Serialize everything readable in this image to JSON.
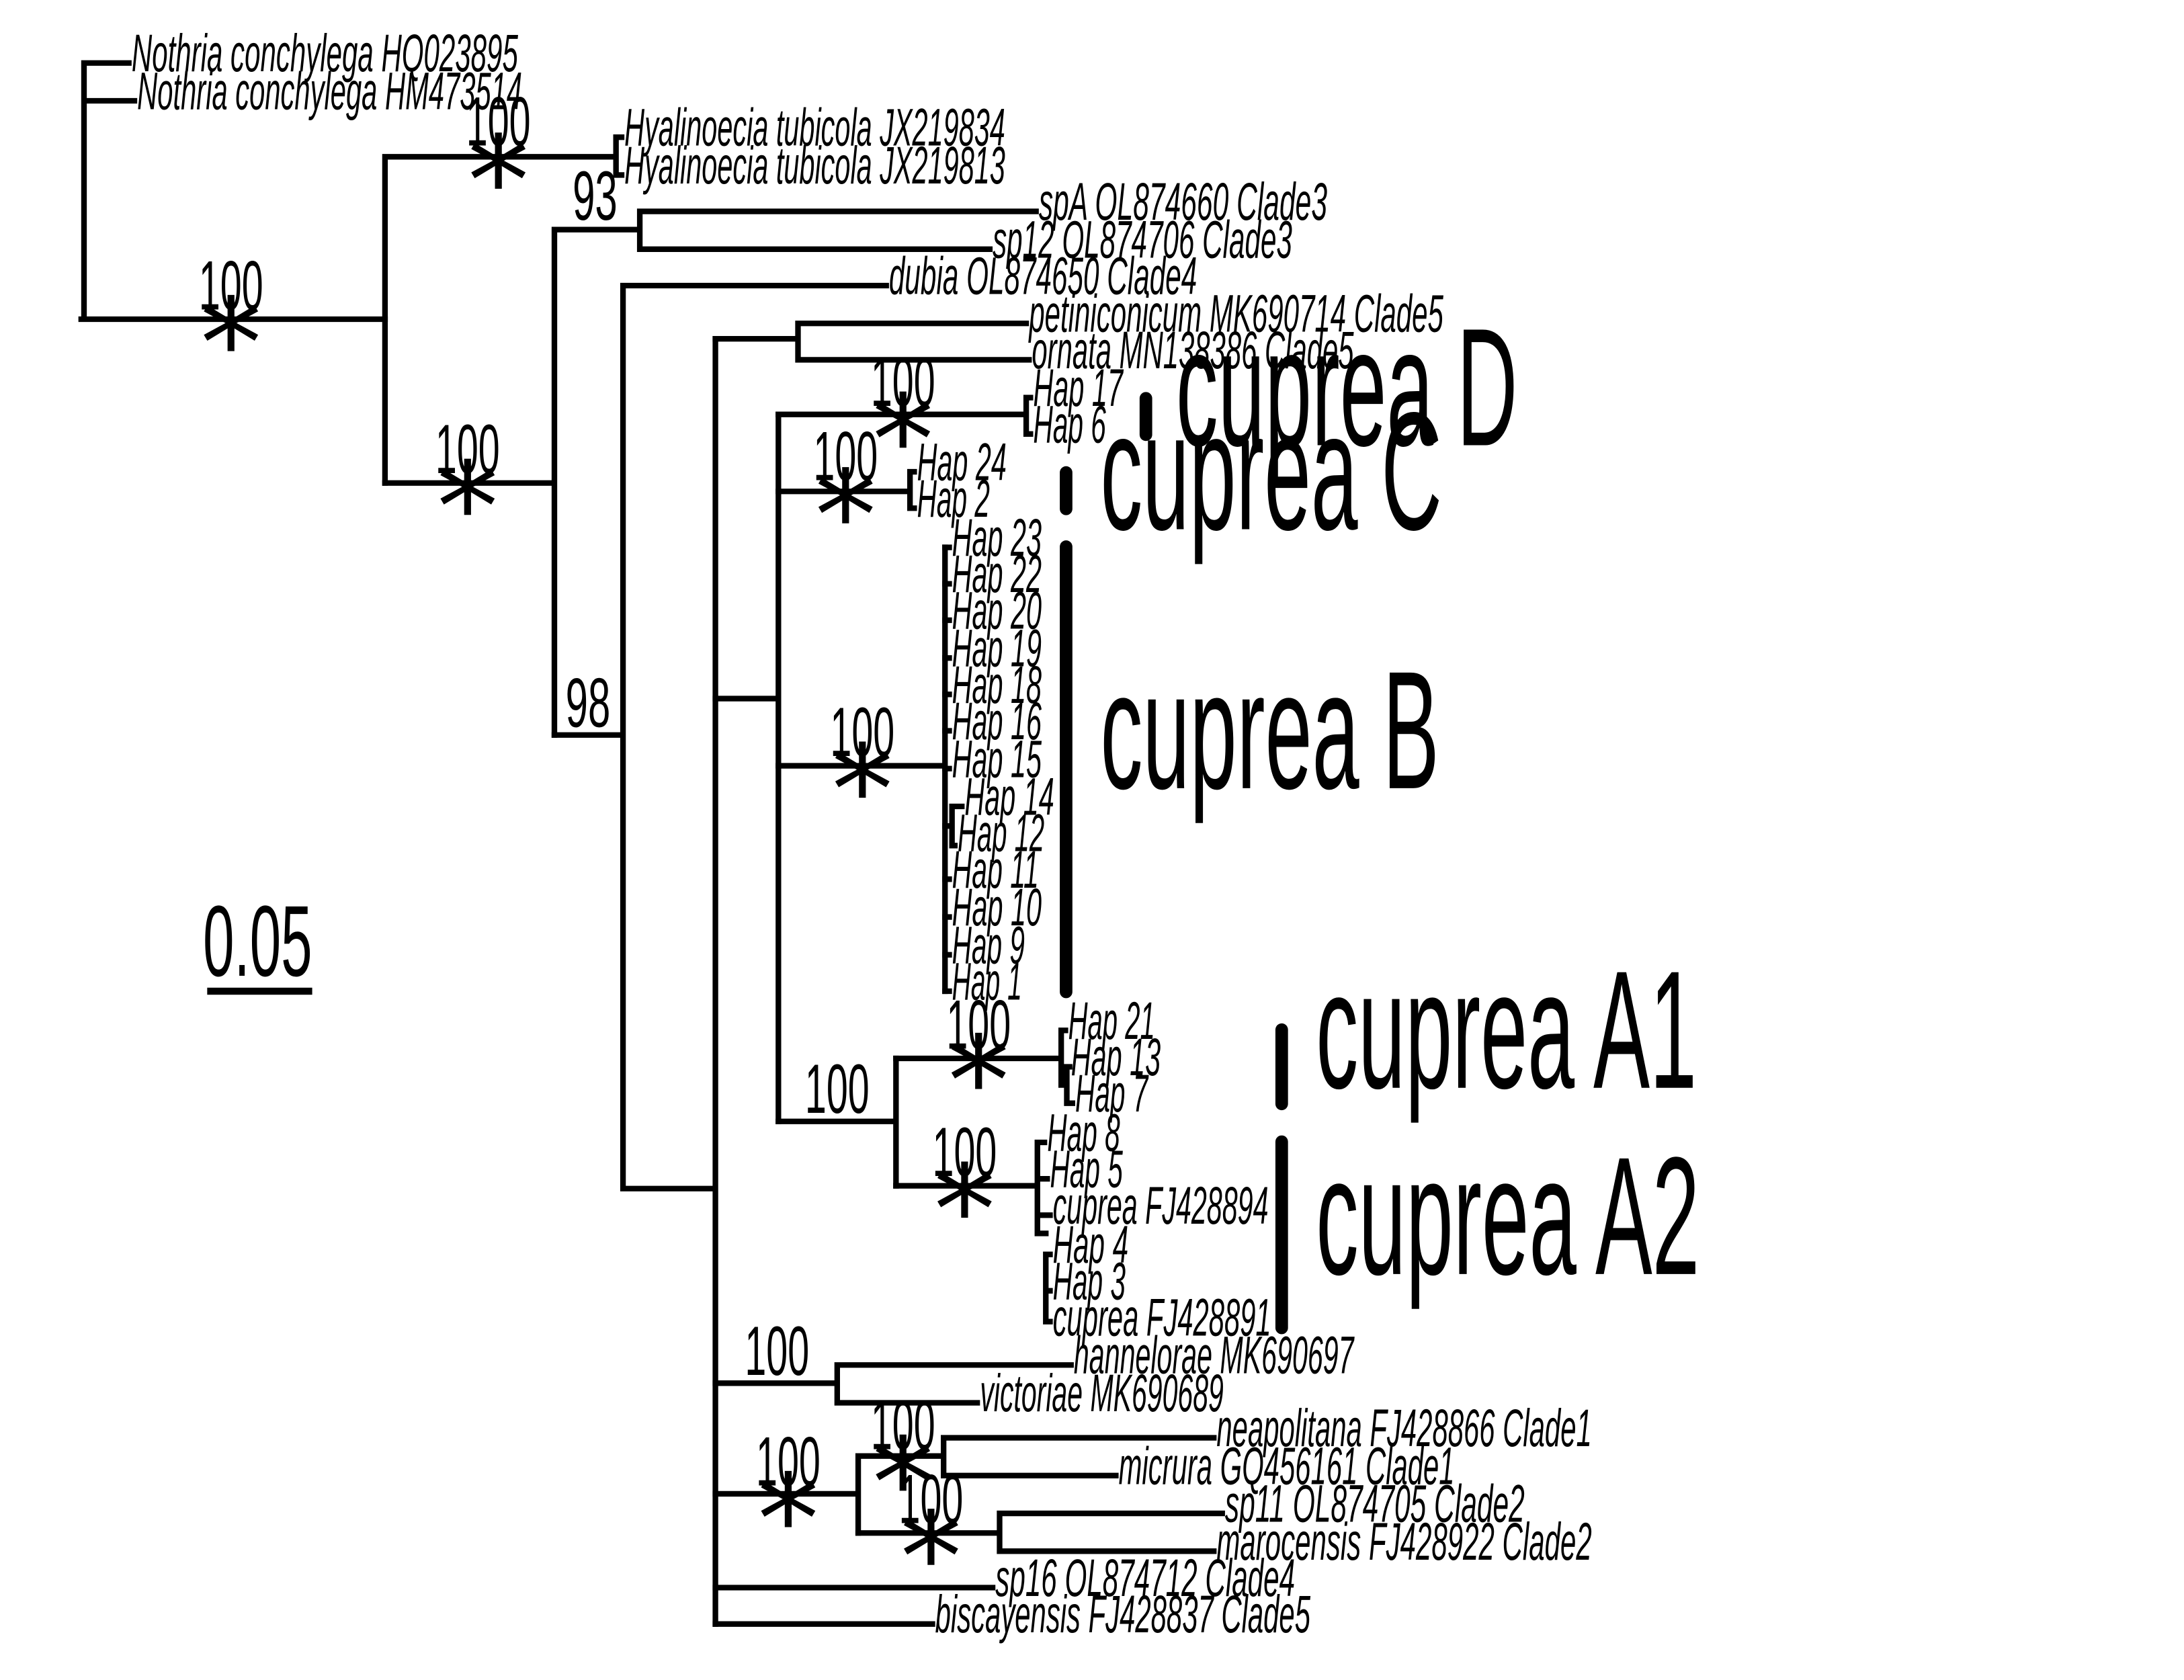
{
  "figure": {
    "scale_bar_label": "0.05",
    "support_marker": "*",
    "taxa": [
      "Nothria conchylega HQ023895",
      "Nothria conchylega HM473514",
      "Hyalinoecia tubicola JX219834",
      "Hyalinoecia tubicola JX219813",
      "spA OL874660 Clade3",
      "sp12 OL874706 Clade3",
      "dubia OL874650 Clade4",
      "petiniconicum MK690714 Clade5",
      "ornata MN138386 Clade5",
      "Hap 17",
      "Hap 6",
      "Hap 24",
      "Hap 2",
      "Hap 23",
      "Hap 22",
      "Hap 20",
      "Hap 19",
      "Hap 18",
      "Hap 16",
      "Hap 15",
      "Hap 14",
      "Hap 12",
      "Hap 11",
      "Hap 10",
      "Hap 9",
      "Hap 1",
      "Hap 21",
      "Hap 13",
      "Hap 7",
      "Hap 8",
      "Hap 5",
      "cuprea FJ428894",
      "Hap 4",
      "Hap 3",
      "cuprea FJ428891",
      "hannelorae MK690697",
      "victoriae MK690689",
      "neapolitana FJ428866 Clade1",
      "micrura GQ456161 Clade1",
      "sp11 OL874705 Clade2",
      "marocensis FJ428922 Clade2",
      "sp16 OL874712 Clade4",
      "biscayensis FJ428837 Clade5"
    ],
    "support_values": [
      "100",
      "100",
      "100",
      "93",
      "98",
      "100",
      "100",
      "100",
      "100",
      "100",
      "100",
      "100",
      "100",
      "100",
      "100"
    ],
    "clade_labels": [
      "cuprea D",
      "cuprea C",
      "cuprea B",
      "cuprea A1",
      "cuprea A2"
    ]
  }
}
